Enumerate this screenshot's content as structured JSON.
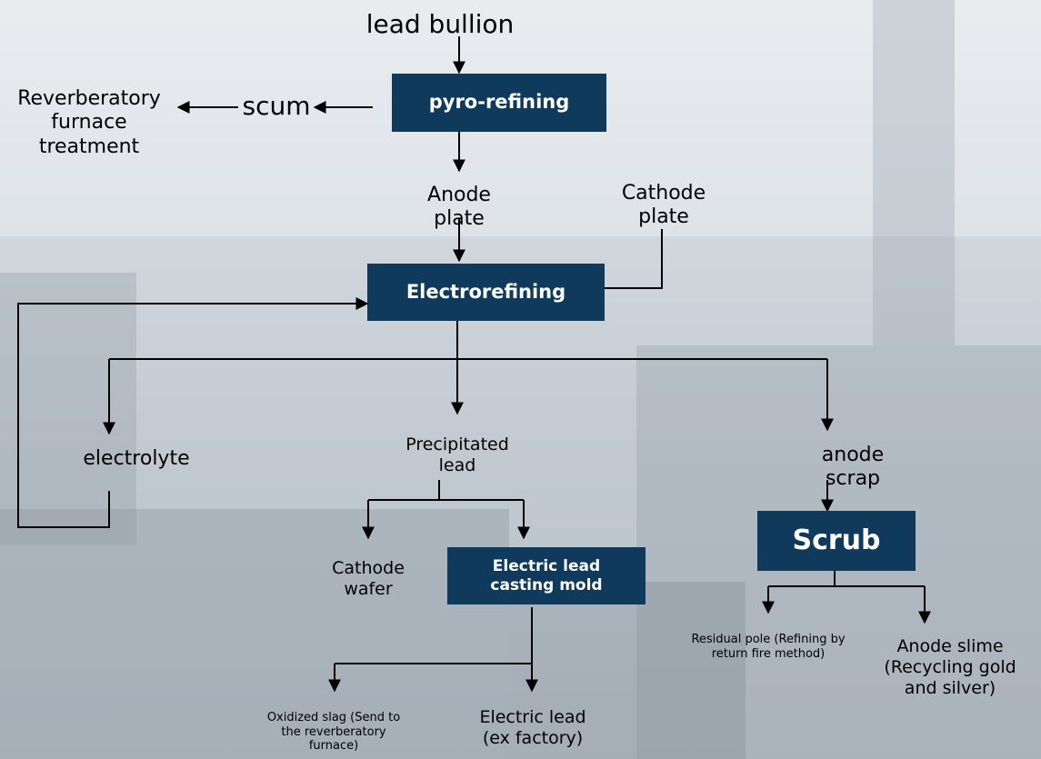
{
  "process": {
    "pyro_refining": "pyro-refining",
    "electrorefining": "Electrorefining",
    "scrub": "Scrub",
    "casting_mold": "Electric lead casting mold"
  },
  "materials": {
    "lead_bullion": "lead bullion",
    "scum": "scum",
    "reverberatory_treatment": "Reverberatory furnace treatment",
    "anode_plate": "Anode plate",
    "cathode_plate": "Cathode plate",
    "electrolyte": "electrolyte",
    "precipitated_lead": "Precipitated lead",
    "anode_scrap": "anode scrap",
    "cathode_wafer": "Cathode wafer",
    "residual_pole": "Residual pole (Refining by return fire method)",
    "anode_slime": "Anode slime (Recycling gold and silver)",
    "oxidized_slag": "Oxidized slag (Send to the reverberatory furnace)",
    "electric_lead": "Electric lead (ex factory)"
  },
  "colors": {
    "box_fill": "#0f3a5c",
    "box_text": "#ffffff",
    "line": "#000000"
  }
}
